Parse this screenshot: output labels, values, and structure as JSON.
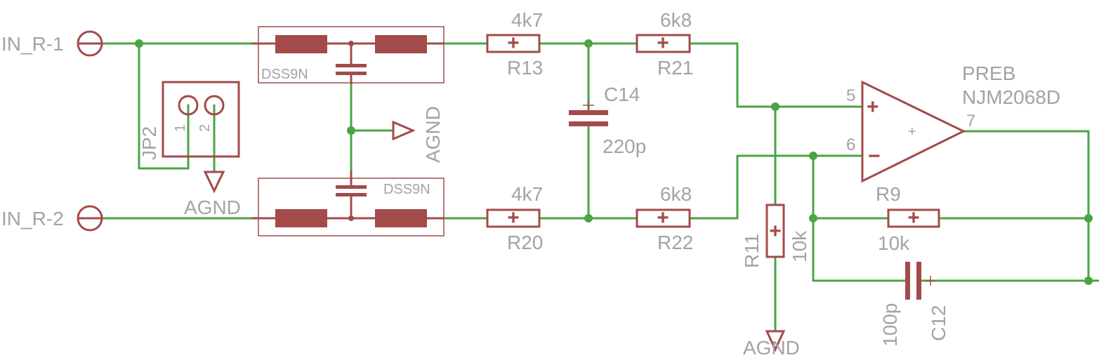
{
  "ports": {
    "in1": "IN_R-1",
    "in2": "IN_R-2"
  },
  "jumper": {
    "name": "JP2",
    "pin1": "1",
    "pin2": "2"
  },
  "filters": {
    "top": "DSS9N",
    "bottom": "DSS9N"
  },
  "grounds": {
    "jp2": "AGND",
    "filter": "AGND",
    "r11": "AGND"
  },
  "r13": {
    "name": "R13",
    "value": "4k7"
  },
  "r20": {
    "name": "R20",
    "value": "4k7"
  },
  "r21": {
    "name": "R21",
    "value": "6k8"
  },
  "r22": {
    "name": "R22",
    "value": "6k8"
  },
  "c14": {
    "name": "C14",
    "value": "220p"
  },
  "r11": {
    "name": "R11",
    "value": "10k"
  },
  "r9": {
    "name": "R9",
    "value": "10k"
  },
  "c12": {
    "name": "C12",
    "value": "100p"
  },
  "opamp": {
    "name": "PREB",
    "part": "NJM2068D",
    "pin_plus": "5",
    "pin_minus": "6",
    "pin_out": "7",
    "plus": "+",
    "minus": "−",
    "body": "+"
  },
  "resistor_mark": "+"
}
